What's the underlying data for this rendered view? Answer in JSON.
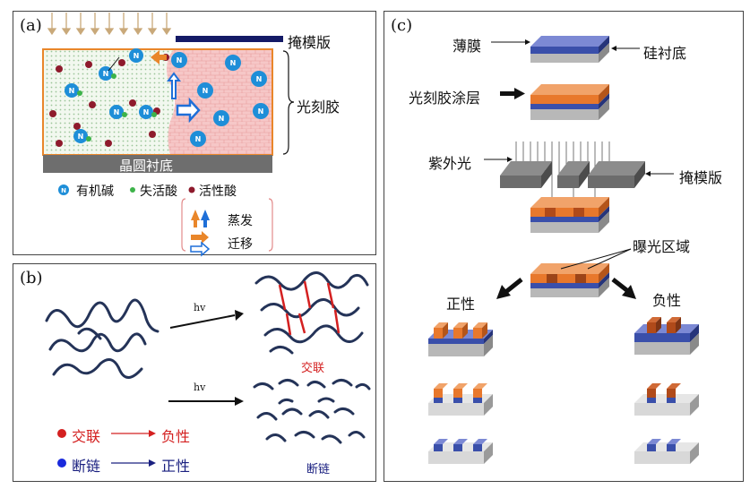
{
  "panel_a": {
    "label": "(a)",
    "mask_label": "掩模版",
    "photoresist_label": "光刻胶",
    "substrate_label": "晶圆衬底",
    "ion_letter": "N",
    "legend": {
      "organic_base": "有机碱",
      "deactivated_acid": "失活酸",
      "active_acid": "活性酸",
      "evaporation": "蒸发",
      "migration": "迁移"
    }
  },
  "panel_b": {
    "label": "(b)",
    "hv_top": "hv",
    "hv_bottom": "hv",
    "crosslink_label": "交联",
    "scission_label": "断链",
    "legend": {
      "crosslink": "交联",
      "negative": "负性",
      "scission": "断链",
      "positive": "正性"
    }
  },
  "panel_c": {
    "label": "(c)",
    "film": "薄膜",
    "silicon": "硅衬底",
    "coating": "光刻胶涂层",
    "uv": "紫外光",
    "mask": "掩模版",
    "exposed": "曝光区域",
    "positive": "正性",
    "negative": "负性"
  },
  "colors": {
    "blue_film": "#3a4faa",
    "orange_resist": "#e8782c",
    "gray_substrate": "#b8b8b8",
    "red": "#d42020",
    "navy": "#1a2080"
  }
}
